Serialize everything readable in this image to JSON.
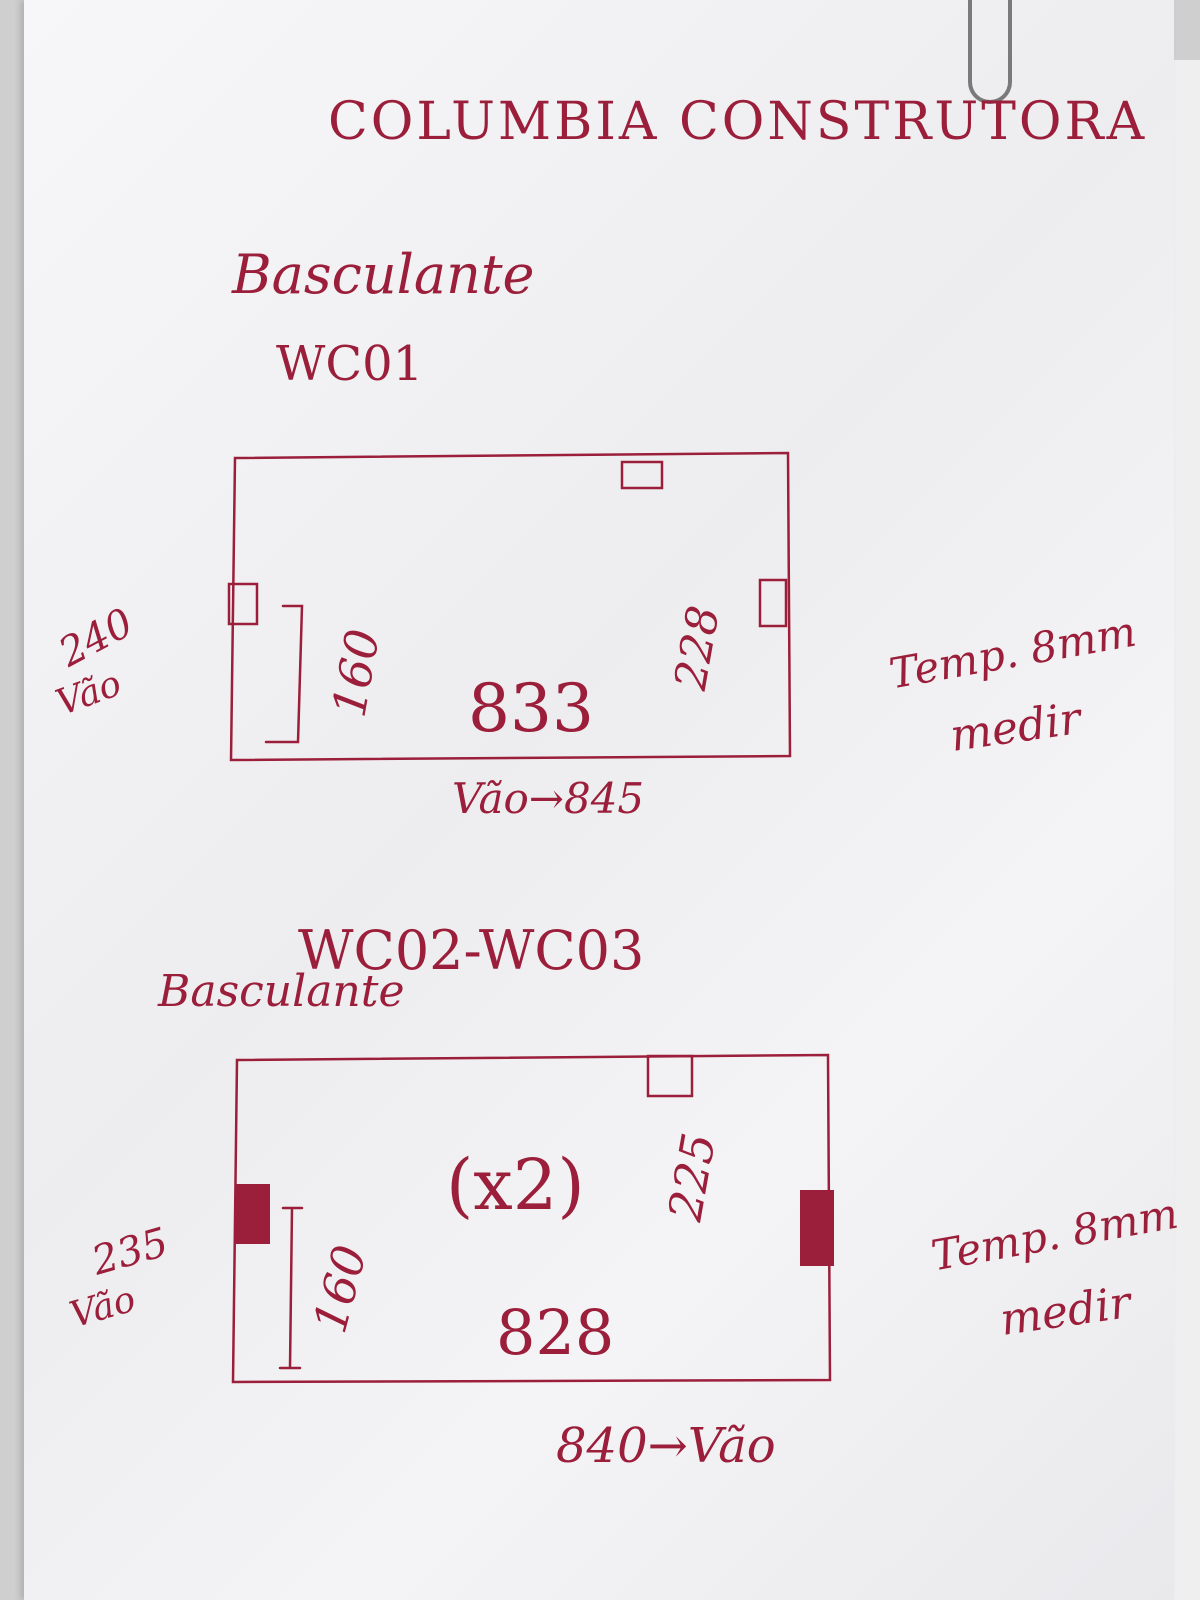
{
  "header": {
    "company": "COLUMBIA CONSTRUTORA"
  },
  "sketch_1": {
    "type_label": "Basculante",
    "code": "WC01",
    "left_note_value": "240",
    "left_note_label": "Vão",
    "inner_height": "160",
    "width_label": "833",
    "right_inner_value": "228",
    "bottom_note": "Vão→845",
    "right_note_1": "Temp. 8mm",
    "right_note_2": "medir"
  },
  "sketch_2": {
    "code": "WC02-WC03",
    "type_label": "Basculante",
    "quantity": "(x2)",
    "left_note_value": "235",
    "left_note_label": "Vão",
    "inner_height": "160",
    "width_label": "828",
    "right_inner_value": "225",
    "bottom_note": "840→Vão",
    "right_note_1": "Temp. 8mm",
    "right_note_2": "medir"
  },
  "colors": {
    "ink": "#9b1e3a",
    "paper": "#f4f4f6"
  }
}
